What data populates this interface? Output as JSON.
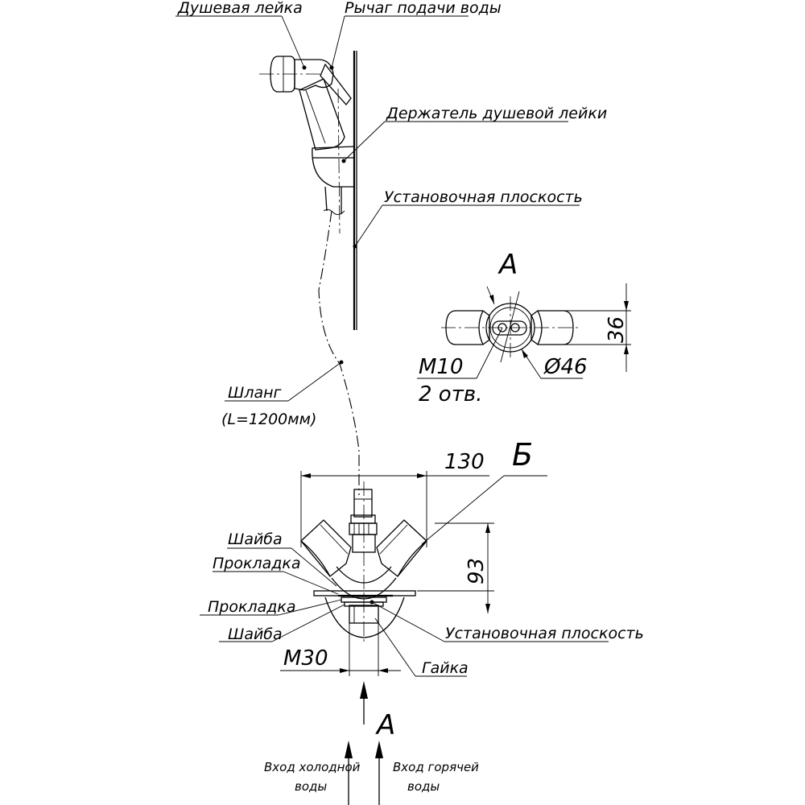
{
  "labels": {
    "shower_head": "Душевая лейка",
    "water_lever": "Рычаг подачи воды",
    "shower_holder": "Держатель душевой лейки",
    "mounting_plane_top": "Установочная плоскость",
    "hose": "Шланг",
    "hose_length": "(L=1200мм)",
    "washer_top": "Шайба",
    "gasket_top": "Прокладка",
    "gasket_bottom": "Прокладка",
    "washer_bottom": "Шайба",
    "mounting_plane_bottom": "Установочная плоскость",
    "nut": "Гайка",
    "cold_water_line1": "Вход холодной",
    "cold_water_line2": "воды",
    "hot_water_line1": "Вход горячей",
    "hot_water_line2": "воды"
  },
  "dimensions": {
    "width_130": "130",
    "height_93": "93",
    "thread_m30": "M30",
    "m10": "M10",
    "holes": "2 отв.",
    "diameter_46": "Ø46",
    "dim_36": "36"
  },
  "view_marks": {
    "view_a_title": "A",
    "view_a_arrow": "A",
    "section_b": "Б"
  }
}
